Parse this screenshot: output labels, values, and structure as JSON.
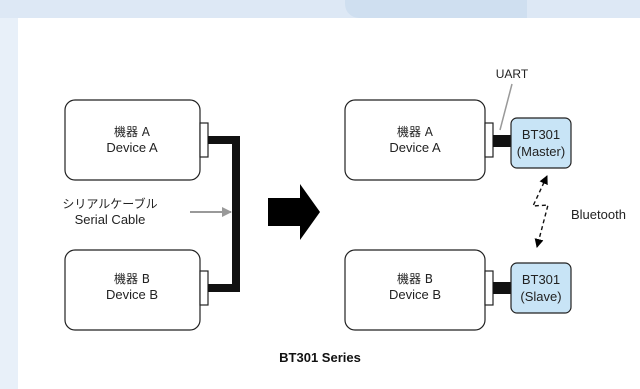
{
  "diagram": {
    "left": {
      "device_a": {
        "line1": "機器 A",
        "line2": "Device A"
      },
      "device_b": {
        "line1": "機器 B",
        "line2": "Device B"
      },
      "cable": {
        "line1": "シリアルケーブル",
        "line2": "Serial Cable"
      }
    },
    "right": {
      "device_a": {
        "line1": "機器 A",
        "line2": "Device A"
      },
      "device_b": {
        "line1": "機器 B",
        "line2": "Device B"
      },
      "module_master": {
        "line1": "BT301",
        "line2": "(Master)"
      },
      "module_slave": {
        "line1": "BT301",
        "line2": "(Slave)"
      },
      "uart_label": "UART",
      "bluetooth_label": "Bluetooth"
    },
    "caption": "BT301 Series"
  },
  "colors": {
    "background": "#e8f0f9",
    "panel": "#ffffff",
    "module_fill": "#c8e4f6",
    "arrow": "#000000",
    "pointer": "#999999"
  }
}
